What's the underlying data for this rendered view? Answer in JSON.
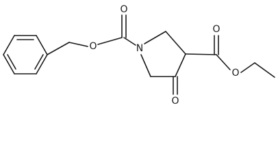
{
  "structure": {
    "atom_labels": {
      "carbamate_carbonyl_O": "O",
      "carbamate_ester_O": "O",
      "ring_N": "N",
      "ester_carbonyl_O": "O",
      "ester_alkoxy_O": "O",
      "ketone_O": "O"
    },
    "colors": {
      "bond": "#1a1a1a",
      "background": "#ffffff"
    }
  }
}
